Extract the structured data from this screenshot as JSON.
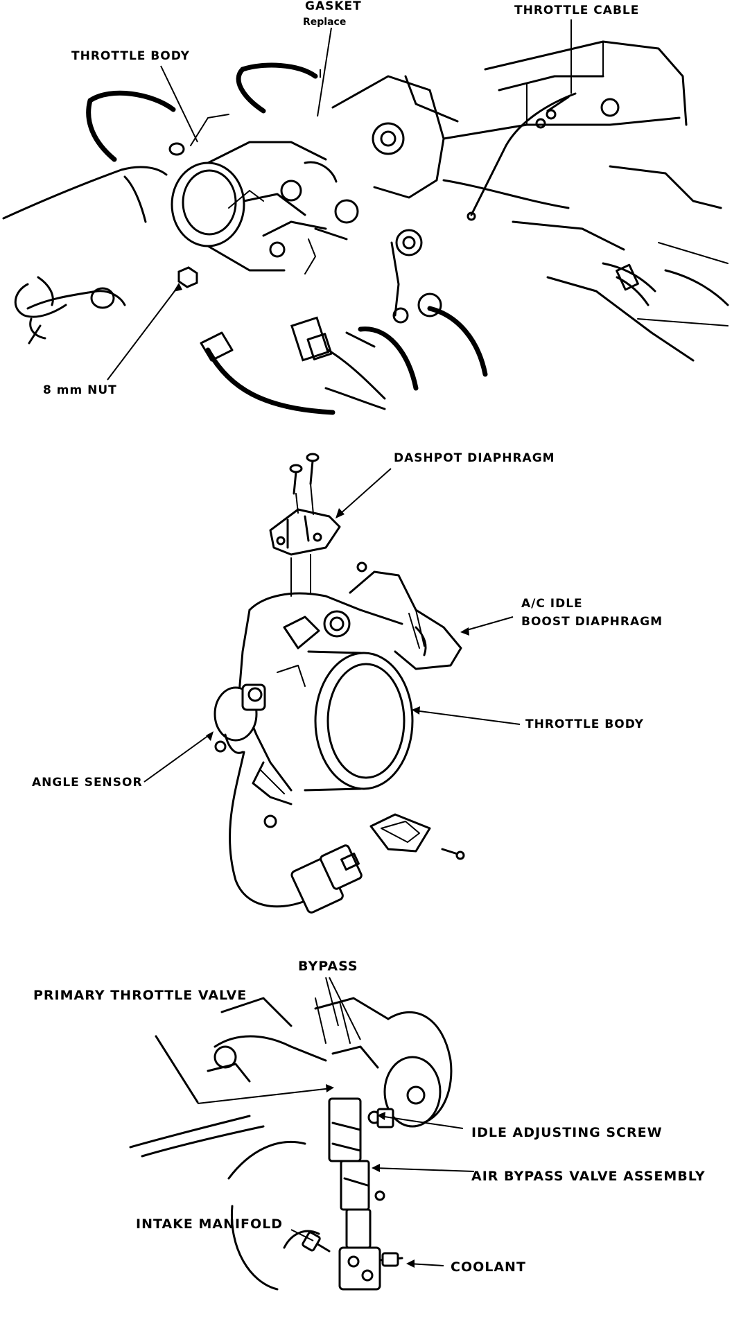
{
  "figure1": {
    "labels": {
      "gasket": "GASKET",
      "gasket_note": "Replace",
      "throttle_cable": "THROTTLE CABLE",
      "throttle_body": "THROTTLE BODY",
      "nut": "8 mm NUT"
    }
  },
  "figure2": {
    "labels": {
      "dashpot": "DASHPOT DIAPHRAGM",
      "ac_idle_1": "A/C IDLE",
      "ac_idle_2": "BOOST DIAPHRAGM",
      "throttle_body": "THROTTLE BODY",
      "angle_sensor": "ANGLE SENSOR"
    }
  },
  "figure3": {
    "labels": {
      "bypass": "BYPASS",
      "primary_valve": "PRIMARY THROTTLE VALVE",
      "idle_screw": "IDLE ADJUSTING SCREW",
      "air_bypass": "AIR BYPASS VALVE ASSEMBLY",
      "intake_manifold": "INTAKE MANIFOLD",
      "coolant": "COOLANT"
    }
  }
}
